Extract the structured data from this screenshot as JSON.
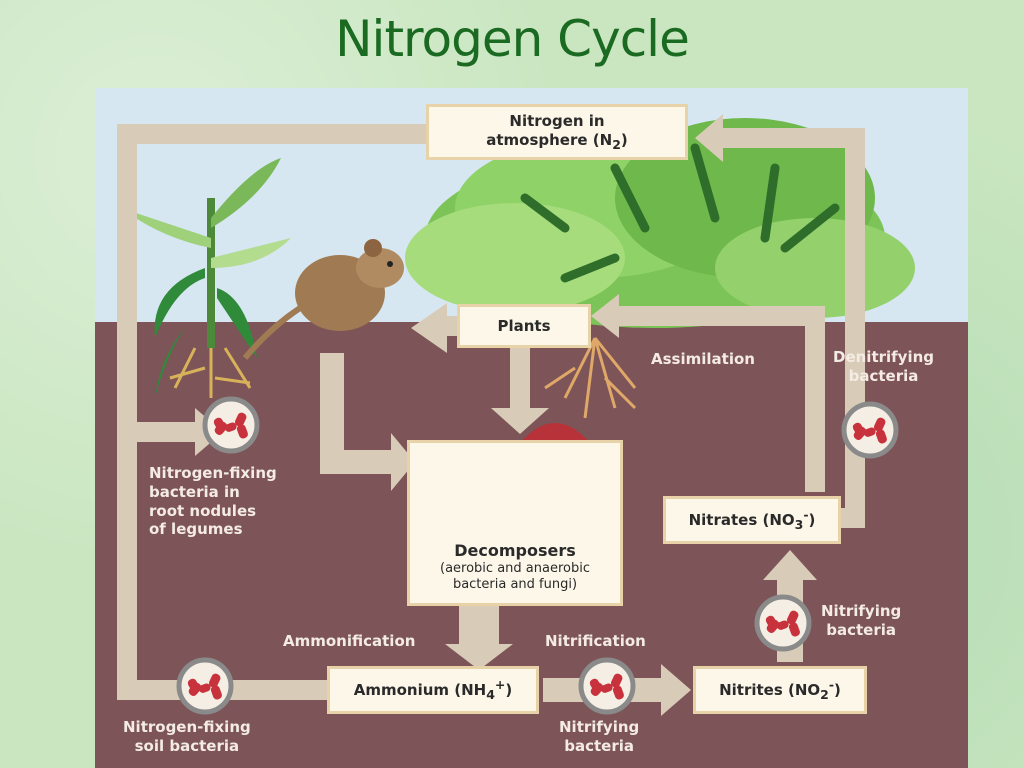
{
  "title": "Nitrogen Cycle",
  "boxes": {
    "atmosphere_line1": "Nitrogen in",
    "atmosphere_line2": "atmosphere (N",
    "atmosphere_sub": "2",
    "atmosphere_end": ")",
    "plants": "Plants",
    "decomposers": "Decomposers",
    "decomposers_desc1": "(aerobic and anaerobic",
    "decomposers_desc2": "bacteria and fungi)",
    "ammonium": "Ammonium (NH",
    "ammonium_sub": "4",
    "ammonium_sup": "+",
    "ammonium_end": ")",
    "nitrites": "Nitrites (NO",
    "nitrites_sub": "2",
    "nitrites_sup": "-",
    "nitrites_end": ")",
    "nitrates": "Nitrates (NO",
    "nitrates_sub": "3",
    "nitrates_sup": "-",
    "nitrates_end": ")"
  },
  "labels": {
    "assimilation": "Assimilation",
    "denitrifying_1": "Denitrifying",
    "denitrifying_2": "bacteria",
    "root_nodules_1": "Nitrogen-fixing",
    "root_nodules_2": "bacteria in",
    "root_nodules_3": "root nodules",
    "root_nodules_4": "of legumes",
    "ammonification": "Ammonification",
    "nitrification": "Nitrification",
    "nitrifying_top_1": "Nitrifying",
    "nitrifying_top_2": "bacteria",
    "nitrifying_bottom_1": "Nitrifying",
    "nitrifying_bottom_2": "bacteria",
    "soil_bacteria_1": "Nitrogen-fixing",
    "soil_bacteria_2": "soil bacteria"
  },
  "colors": {
    "sky": "#d6e7f2",
    "soil": "#7d5458",
    "arrow": "#d8ccb8",
    "box_fill": "#fdf7ea",
    "box_border": "#e8d2a8",
    "title": "#1a6a22",
    "bacteria": "#c8323c"
  }
}
